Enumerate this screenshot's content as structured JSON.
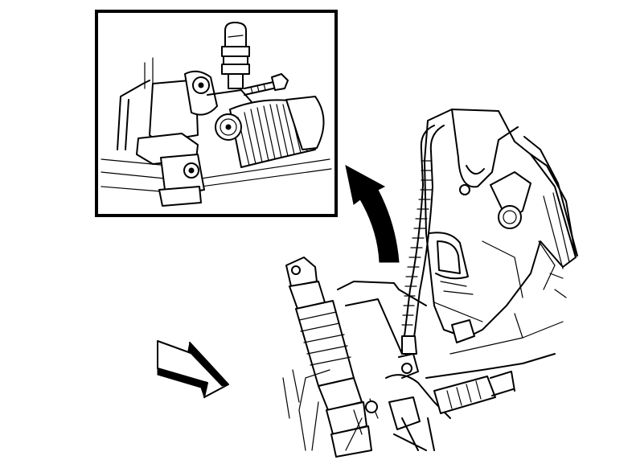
{
  "diagram": {
    "type": "technical-line-drawing",
    "has_text": false,
    "inset": {
      "shows": "detail-view",
      "frame": "black-border"
    },
    "callout_arrow": {
      "points_to": "inset"
    },
    "direction_arrow": {
      "points": "down-right"
    },
    "colors": {
      "ink": "#000000",
      "paper": "#ffffff"
    }
  }
}
